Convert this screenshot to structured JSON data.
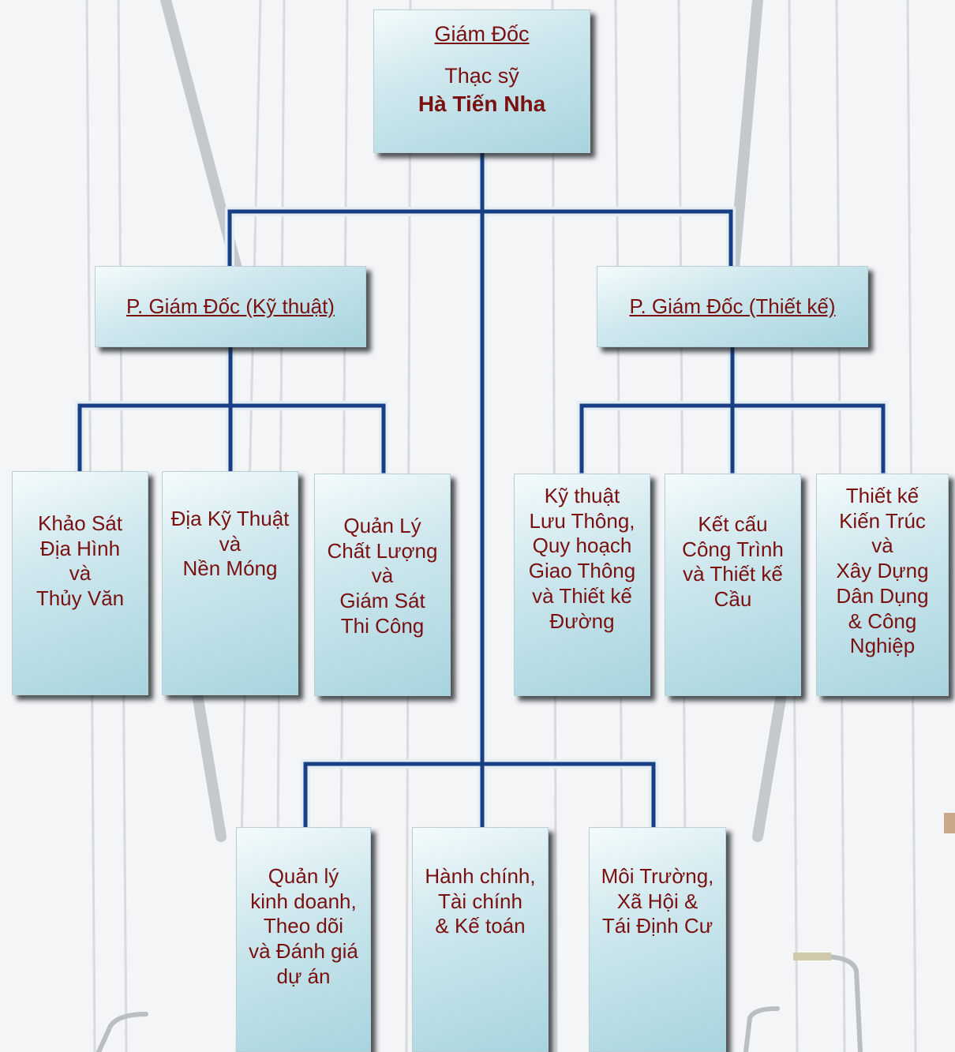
{
  "colors": {
    "connector": "#173f86",
    "text": "#7a1010",
    "box_light": "#f4fbfc",
    "box_dark": "#a7d4de"
  },
  "director": {
    "role": "Giám Đốc",
    "degree": "Thạc sỹ",
    "name": "Hà Tiến Nha"
  },
  "vice_directors": [
    {
      "label": "P. Giám Đốc (Kỹ thuật)"
    },
    {
      "label": "P. Giám Đốc (Thiết kế)"
    }
  ],
  "technical_departments": [
    {
      "lines": [
        "Khảo Sát",
        "Địa Hình",
        "và",
        "Thủy Văn"
      ]
    },
    {
      "lines": [
        "Địa Kỹ Thuật",
        "và",
        "Nền Móng"
      ]
    },
    {
      "lines": [
        "Quản Lý",
        "Chất Lượng",
        "và",
        "Giám Sát",
        "Thi Công"
      ]
    }
  ],
  "design_departments": [
    {
      "lines": [
        "Kỹ thuật",
        "Lưu Thông,",
        "Quy hoạch",
        "Giao Thông",
        "và Thiết kế",
        "Đường"
      ]
    },
    {
      "lines": [
        "Kết cấu",
        "Công Trình",
        "và Thiết kế",
        "Cầu"
      ]
    },
    {
      "lines": [
        "Thiết kế",
        "Kiến Trúc",
        "và",
        "Xây Dựng",
        "Dân Dụng",
        "& Công",
        "Nghiệp"
      ]
    }
  ],
  "direct_departments": [
    {
      "lines": [
        "Quản lý",
        "kinh doanh,",
        "Theo dõi",
        "và Đánh giá",
        "dự án"
      ]
    },
    {
      "lines": [
        "Hành chính,",
        "Tài chính",
        "& Kế toán"
      ]
    },
    {
      "lines": [
        "Môi Trường,",
        "Xã Hội &",
        "Tái Định Cư"
      ]
    }
  ]
}
